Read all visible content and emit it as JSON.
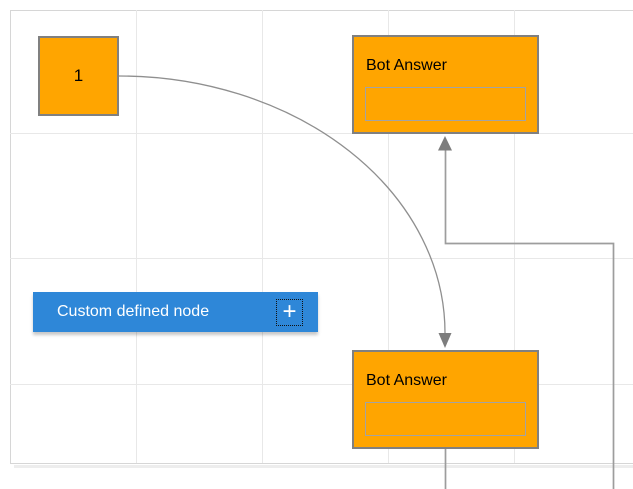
{
  "canvas": {
    "background_color": "#ffffff",
    "grid_color": "#e8e8e8",
    "page_border_color": "#d6d6d6",
    "page_shadow_color": "#ededed"
  },
  "nodes": {
    "node1": {
      "label": "1",
      "fill": "#FFA500",
      "border_color": "#808080"
    },
    "bot_answer_top": {
      "title": "Bot Answer",
      "fill": "#FFA500",
      "border_color": "#808080",
      "field_border_color": "#a3a3a3",
      "field_value": ""
    },
    "bot_answer_bottom": {
      "title": "Bot Answer",
      "fill": "#FFA500",
      "border_color": "#808080",
      "field_border_color": "#a3a3a3",
      "field_value": ""
    },
    "custom_node": {
      "label": "Custom defined node",
      "fill": "#2E87D8",
      "text_color": "#ffffff",
      "add_icon_glyph": "+"
    }
  },
  "connectors": {
    "line_color": "#9d9d9d",
    "curve_color": "#8f8f8f",
    "arrow_color": "#7d7d7d"
  }
}
